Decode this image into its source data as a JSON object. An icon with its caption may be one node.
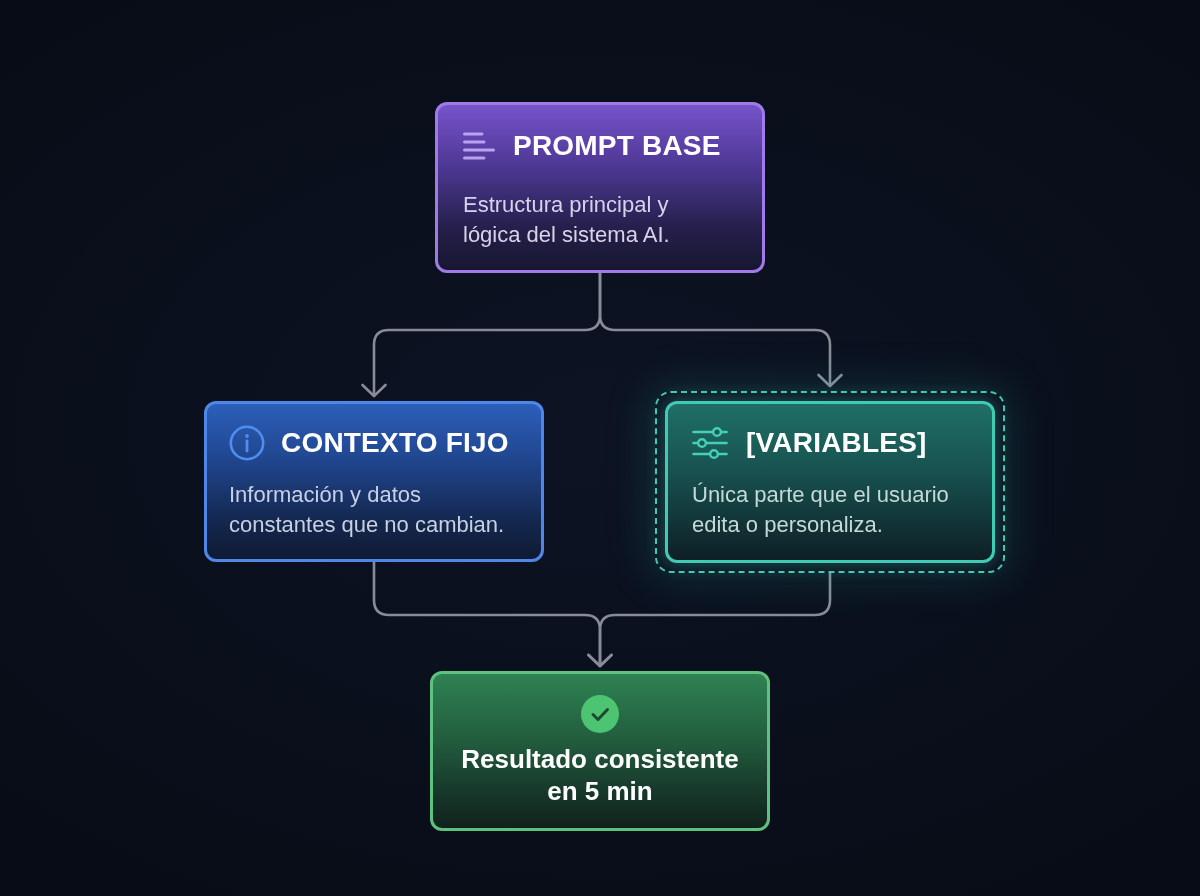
{
  "diagram": {
    "nodes": [
      {
        "text": [
          "PROMPT BASE",
          "Estructura principal y lógica del sistema AI."
        ]
      },
      {
        "text": [
          "CONTEXTO FIJO",
          "Información y datos constantes que no cambian."
        ]
      },
      {
        "text": [
          "[VARIABLES]",
          "Única parte que el usuario edita o personaliza."
        ]
      },
      {
        "text": [
          "Resultado consistente en 5 min"
        ]
      }
    ],
    "edges": [
      {
        "from": 0,
        "to": 1,
        "arrow": "to"
      },
      {
        "from": 0,
        "to": 2,
        "arrow": "to"
      },
      {
        "from": 1,
        "to": 3,
        "arrow": "to"
      },
      {
        "from": 2,
        "to": 3,
        "arrow": "to"
      }
    ]
  }
}
